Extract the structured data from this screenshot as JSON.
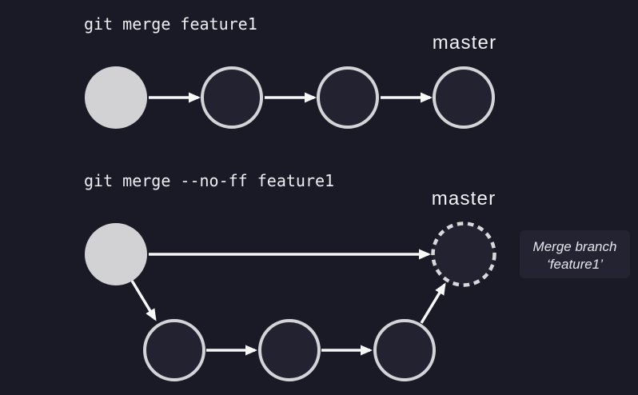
{
  "meta": {
    "description": "Slide diagram comparing git fast-forward merge and no-fast-forward merge",
    "background_color": "#1a1a27"
  },
  "colors": {
    "background": "#1a1a27",
    "commit_fill": "#222231",
    "commit_stroke": "#d4d4d8",
    "head_commit_fill": "#d2d2d5",
    "arrow": "#f7f7f8",
    "text": "#f0f0f4",
    "annotation_box_bg": "#232331",
    "annotation_text": "#e6e6ed"
  },
  "sections": {
    "fast_forward": {
      "command": "git merge feature1",
      "branch_label": "master",
      "nodes": [
        {
          "id": "base",
          "style": "filled-head"
        },
        {
          "id": "commit-1",
          "style": "outlined"
        },
        {
          "id": "commit-2",
          "style": "outlined"
        },
        {
          "id": "commit-3",
          "style": "outlined",
          "label": "master"
        }
      ],
      "edges": [
        "base -> commit-1",
        "commit-1 -> commit-2",
        "commit-2 -> commit-3"
      ]
    },
    "no_fast_forward": {
      "command": "git merge --no-ff feature1",
      "branch_label": "master",
      "annotation": {
        "line1": "Merge branch",
        "line2": "‘feature1’"
      },
      "nodes": [
        {
          "id": "base",
          "style": "filled-head"
        },
        {
          "id": "merge-commit",
          "style": "dashed",
          "label": "master",
          "annotation": "Merge branch ‘feature1’"
        },
        {
          "id": "feature-1",
          "style": "outlined"
        },
        {
          "id": "feature-2",
          "style": "outlined"
        },
        {
          "id": "feature-3",
          "style": "outlined"
        }
      ],
      "edges": [
        "base -> merge-commit",
        "base -> feature-1",
        "feature-1 -> feature-2",
        "feature-2 -> feature-3",
        "feature-3 -> merge-commit"
      ]
    }
  }
}
